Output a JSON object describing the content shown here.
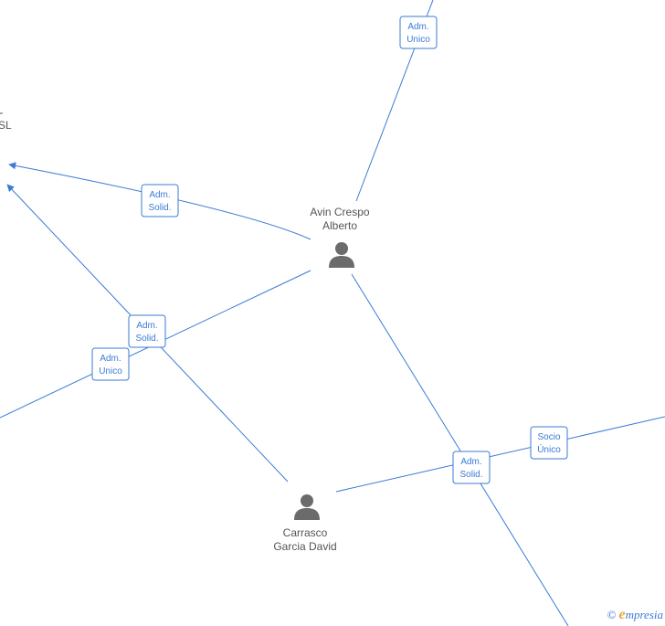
{
  "people": [
    {
      "id": "avin",
      "name_line1": "Avin Crespo",
      "name_line2": "Alberto",
      "icon": "person-icon"
    },
    {
      "id": "carrasco",
      "name_line1": "Carrasco",
      "name_line2": "Garcia David",
      "icon": "person-icon"
    }
  ],
  "offpage_label": "SL",
  "relations": [
    {
      "id": "rel-top",
      "line1": "Adm.",
      "line2": "Unico"
    },
    {
      "id": "rel-avin-left",
      "line1": "Adm.",
      "line2": "Solid."
    },
    {
      "id": "rel-center-left",
      "line1": "Adm.",
      "line2": "Solid."
    },
    {
      "id": "rel-lower-left",
      "line1": "Adm.",
      "line2": "Unico"
    },
    {
      "id": "rel-lower-right",
      "line1": "Adm.",
      "line2": "Solid."
    },
    {
      "id": "rel-socio",
      "line1": "Socio",
      "line2": "Único"
    }
  ],
  "brand": {
    "copyright_symbol": "©",
    "name_initial": "e",
    "name_rest": "mpresia",
    "icon": "copyright-icon"
  },
  "colors": {
    "edge": "#3a7bd5",
    "person": "#6b6b6b",
    "text": "#555555"
  }
}
